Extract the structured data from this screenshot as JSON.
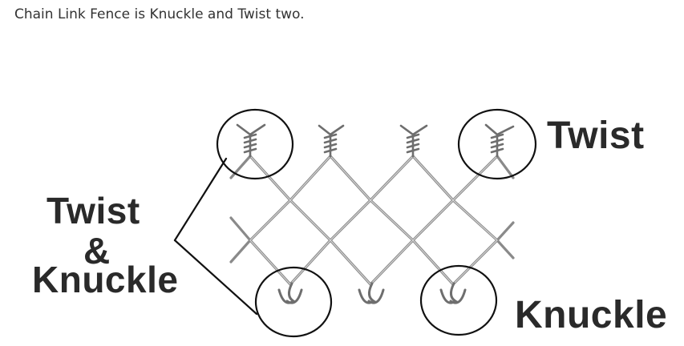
{
  "caption": "Chain Link Fence is Knuckle and Twist two.",
  "labels": {
    "twist_knuckle_line1": "Twist",
    "twist_knuckle_line2": "&",
    "twist_knuckle_line3": "Knuckle",
    "twist": "Twist",
    "knuckle": "Knuckle"
  },
  "colors": {
    "wire": "#8a8a8a",
    "wire_dark": "#555555",
    "outline": "#111111",
    "text": "#2a2a2a"
  }
}
